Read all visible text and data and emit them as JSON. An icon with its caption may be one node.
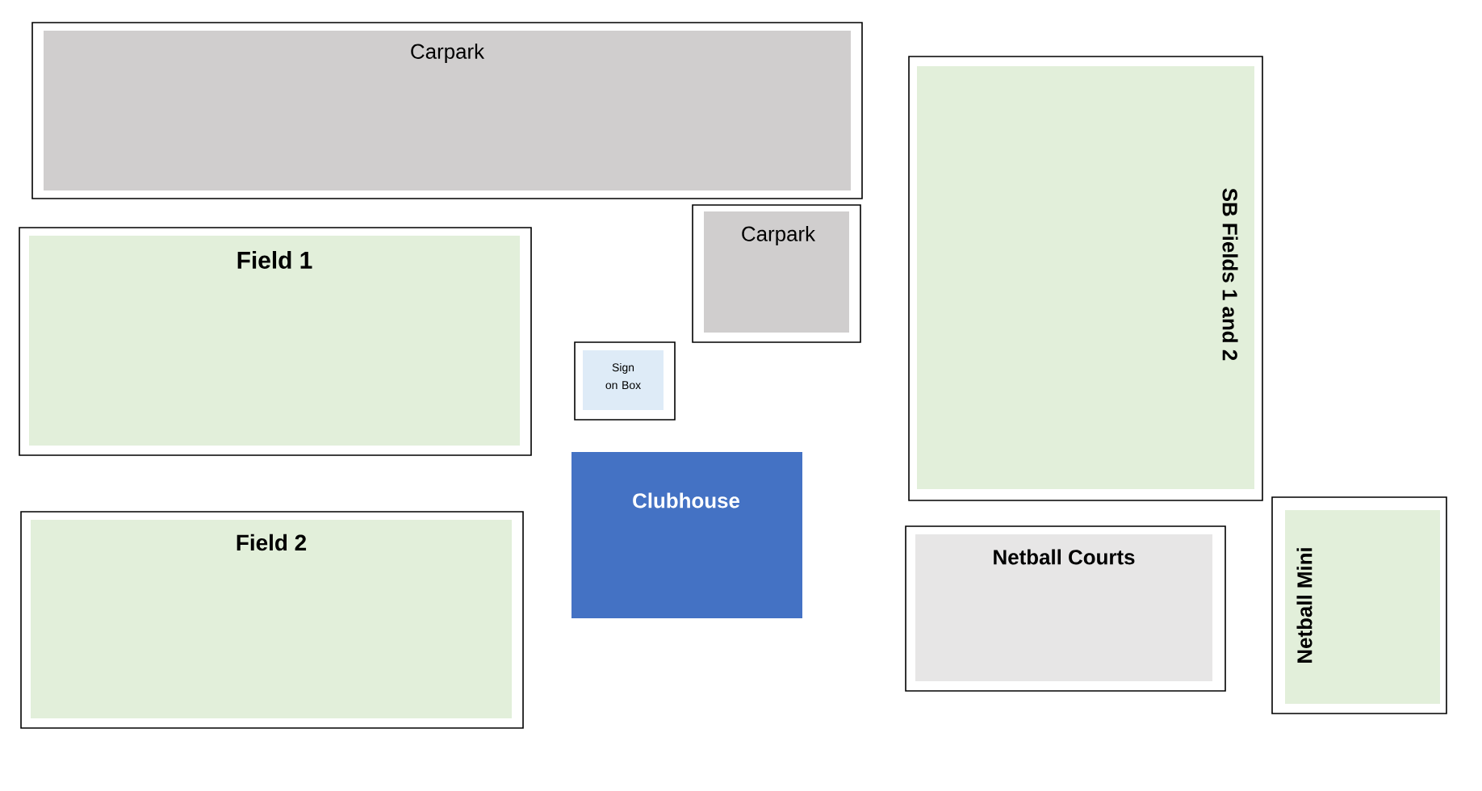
{
  "diagram": {
    "nodes": [
      {
        "text": [
          "Carpark"
        ]
      },
      {
        "text": [
          "SB Fields 1 and 2"
        ]
      },
      {
        "text": [
          "Field 1"
        ]
      },
      {
        "text": [
          "Carpark"
        ]
      },
      {
        "text": [
          "Sign on Box"
        ]
      },
      {
        "text": [
          "Clubhouse"
        ]
      },
      {
        "text": [
          "Field 2"
        ]
      },
      {
        "text": [
          "Netball Courts"
        ]
      },
      {
        "text": [
          "Netball Mini"
        ]
      }
    ]
  }
}
